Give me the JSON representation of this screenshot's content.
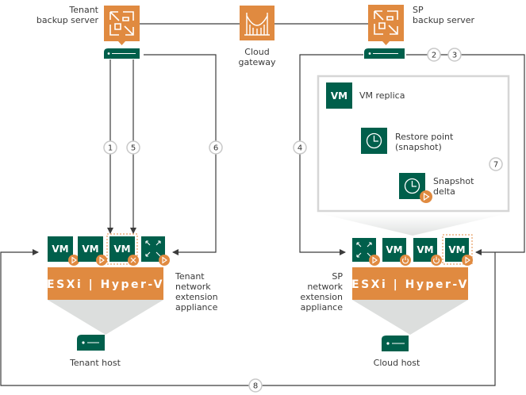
{
  "colors": {
    "green": "#005f4b",
    "orange": "#e08a40",
    "line": "#3c3c3c",
    "gray_funnel": "#dcdedd",
    "circle_border": "#c8c8c8",
    "box_border": "#d6d6d6"
  },
  "tenant_side": {
    "backup_server_label": [
      "Tenant",
      "backup server"
    ],
    "backup_server_icon": "veeam-backup-server-icon",
    "server_icon": "server-rack-icon",
    "hypervisor_label": "ESXi | Hyper-V",
    "network_appliance_label": [
      "Tenant",
      "network",
      "extension",
      "appliance"
    ],
    "host_label": "Tenant host",
    "vms": [
      {
        "label": "VM",
        "badge": "play-icon"
      },
      {
        "label": "VM",
        "badge": "play-icon"
      },
      {
        "label": "VM",
        "badge": "cross-icon",
        "highlighted": true
      },
      {
        "label": "",
        "icon": "network-appliance-icon",
        "badge": "play-icon"
      }
    ]
  },
  "cloud_gateway": {
    "label": [
      "Cloud",
      "gateway"
    ],
    "icon": "bridge-gateway-icon"
  },
  "sp_side": {
    "backup_server_label": [
      "SP",
      "backup server"
    ],
    "hypervisor_label": "ESXi | Hyper-V",
    "network_appliance_label": [
      "SP",
      "network",
      "extension",
      "appliance"
    ],
    "host_label": "Cloud host",
    "vms": [
      {
        "label": "",
        "icon": "network-appliance-icon",
        "badge": "play-icon"
      },
      {
        "label": "VM",
        "badge": "power-icon"
      },
      {
        "label": "VM",
        "badge": "power-icon"
      },
      {
        "label": "VM",
        "badge": "play-icon",
        "highlighted": true
      }
    ],
    "replica_box": {
      "vm_label": "VM",
      "vm_replica_label": "VM replica",
      "restore_point_label": [
        "Restore point",
        "(snapshot)"
      ],
      "snapshot_delta_label": [
        "Snapshot",
        "delta"
      ]
    }
  },
  "steps": [
    "1",
    "2",
    "3",
    "4",
    "5",
    "6",
    "7",
    "8"
  ]
}
